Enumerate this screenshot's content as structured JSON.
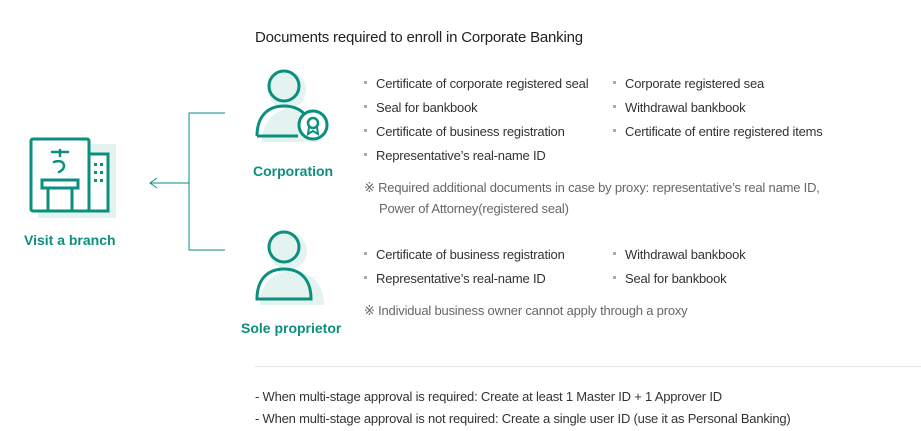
{
  "title": "Documents required to enroll in Corporate Banking",
  "branch": {
    "label": "Visit a branch",
    "icon": "bank-branch-icon"
  },
  "corporation": {
    "label": "Corporation",
    "icon": "person-seal-icon",
    "documents_left": [
      "Certificate of corporate registered seal",
      "Seal for bankbook",
      "Certificate of business registration",
      "Representative’s real-name ID"
    ],
    "documents_right": [
      "Corporate registered sea",
      "Withdrawal bankbook",
      "Certificate of entire registered items"
    ],
    "note_line1": "※ Required additional documents in case by proxy: representative’s real name ID,",
    "note_line2": "Power of Attorney(registered seal)"
  },
  "sole": {
    "label": "Sole proprietor",
    "icon": "person-icon",
    "documents_left": [
      "Certificate of business registration",
      "Representative’s real-name ID"
    ],
    "documents_right": [
      "Withdrawal bankbook",
      "Seal for bankbook"
    ],
    "note": "※ Individual business owner cannot apply through a proxy"
  },
  "footnotes": [
    "- When multi-stage approval is required:  Create at least 1 Master ID + 1 Approver ID",
    "- When multi-stage approval is not required: Create a single user ID (use it as Personal Banking)"
  ],
  "colors": {
    "accent": "#0b8f7e",
    "icon_shadow": "#e3f3ef"
  }
}
